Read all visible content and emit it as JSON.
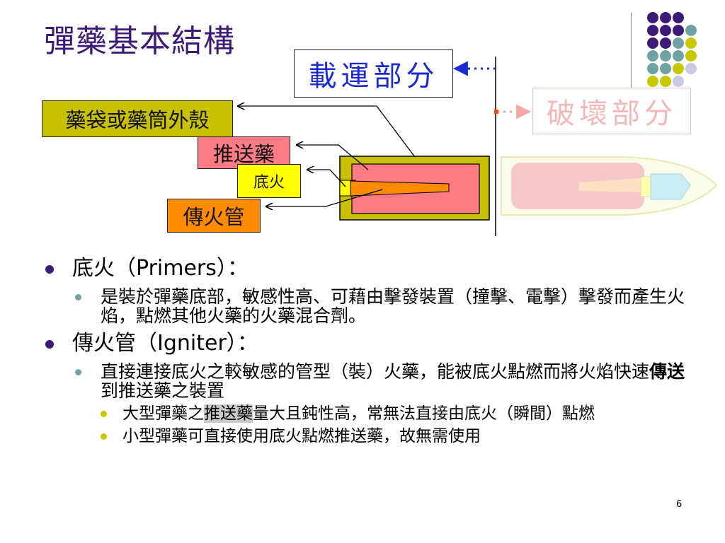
{
  "title": "彈藥基本結構",
  "decor": {
    "dot_colors": [
      "#3d1a78",
      "#6fa3a3",
      "#c8c800",
      "#c9c9e6"
    ]
  },
  "diagram": {
    "carrier_label": "載運部分",
    "destroy_label": "破壞部分",
    "case_label": "藥袋或藥筒外殼",
    "propellant_label": "推送藥",
    "primer_label": "底火",
    "igniter_label": "傳火管"
  },
  "bullets": {
    "primers": {
      "title": "底火（Primers）：",
      "desc": "是裝於彈藥底部，敏感性高、可藉由擊發裝置（撞擊、電擊）擊發而產生火焰，點燃其他火藥的火藥混合劑。"
    },
    "igniter": {
      "title": "傳火管（Igniter）：",
      "desc_a": "直接連接底火之較敏感的管型（裝）火藥，能被底火點燃而將火焰快速",
      "desc_bold": "傳送",
      "desc_b": "到推送藥之裝置",
      "sub1_a": "大型彈藥之",
      "sub1_hl": "推送藥",
      "sub1_b": "量大且鈍性高，常無法直接由底火（瞬間）點燃",
      "sub2": "小型彈藥可直接使用底火點燃推送藥，故無需使用"
    }
  },
  "page_number": "6"
}
